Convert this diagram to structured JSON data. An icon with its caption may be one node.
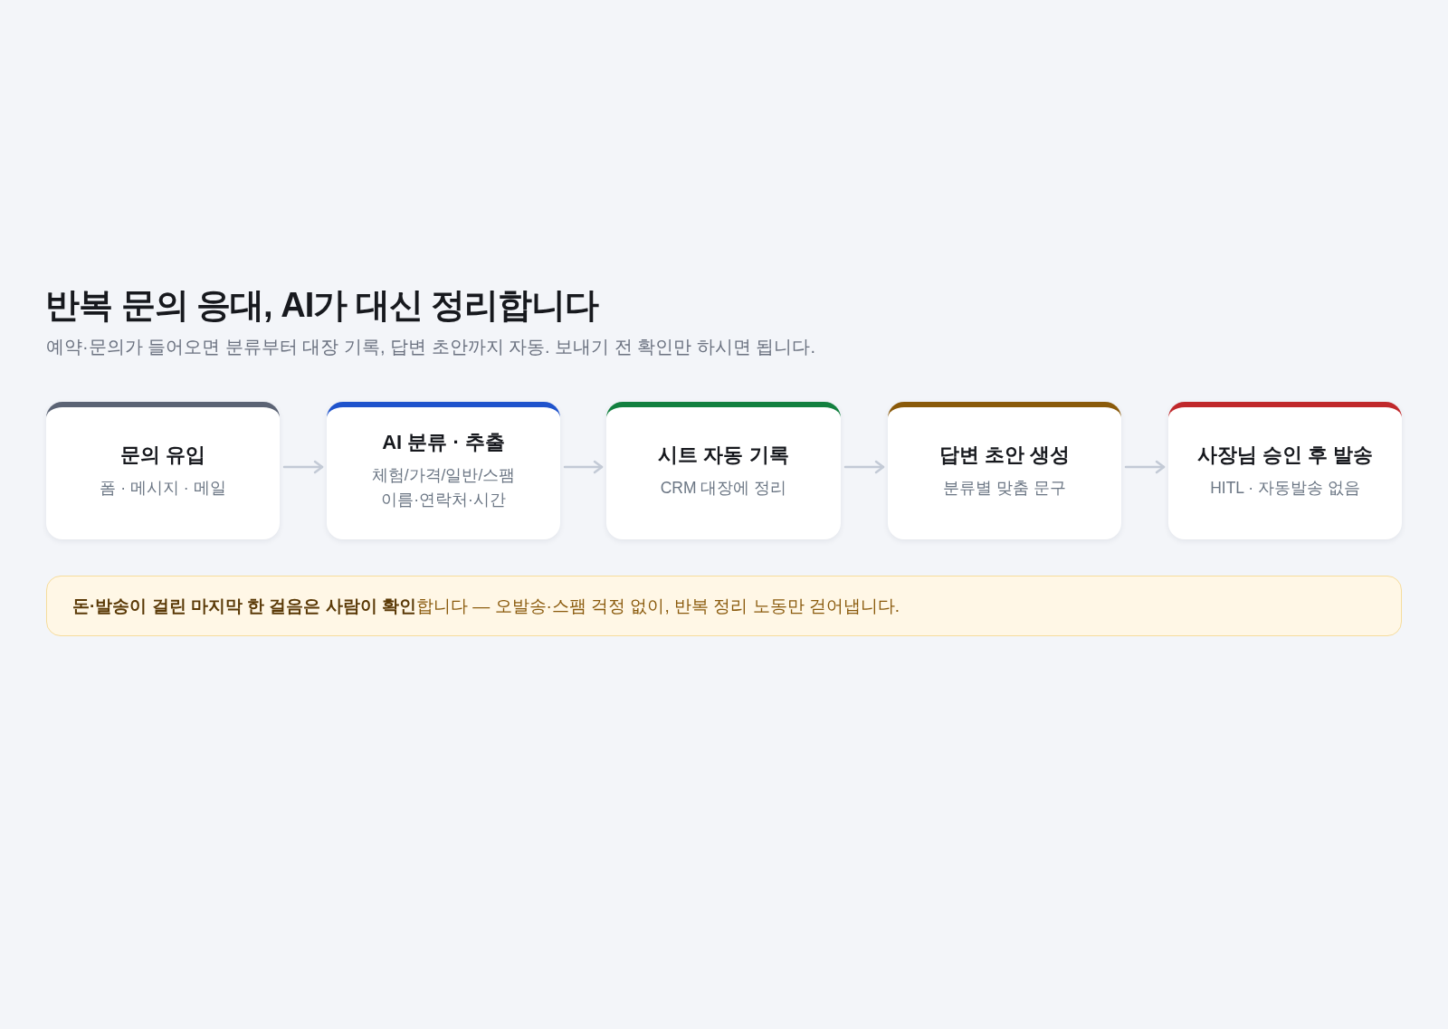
{
  "diagram": {
    "title": "반복 문의 응대, AI가 대신 정리합니다",
    "nodes": [
      {
        "text": [
          "문의 유입",
          "폼 · 메시지 · 메일"
        ]
      },
      {
        "text": [
          "AI 분류 · 추출",
          "체험/가격/일반/스팸",
          "이름·연락처·시간"
        ]
      },
      {
        "text": [
          "시트 자동 기록",
          "CRM 대장에 정리"
        ]
      },
      {
        "text": [
          "답변 초안 생성",
          "분류별 맞춤 문구"
        ]
      },
      {
        "text": [
          "사장님 승인 후 발송",
          "HITL · 자동발송 없음"
        ]
      },
      {
        "text": [
          "**돈·발송이 걸린 마지막 한 걸음은 사람이 확인**합니다 — 오발송·스팸 걱정 없이, 반복 정리 노동만 걷어냅니다."
        ]
      }
    ],
    "edges": [
      {
        "from": 0,
        "to": 1,
        "arrow": "to"
      },
      {
        "from": 1,
        "to": 2,
        "arrow": "to"
      },
      {
        "from": 2,
        "to": 3,
        "arrow": "to"
      },
      {
        "from": 3,
        "to": 4,
        "arrow": "to"
      }
    ],
    "labels": [
      "예약·문의가 들어오면 분류부터 대장 기록, 답변 초안까지 자동. 보내기 전 확인만 하시면 됩니다."
    ]
  }
}
